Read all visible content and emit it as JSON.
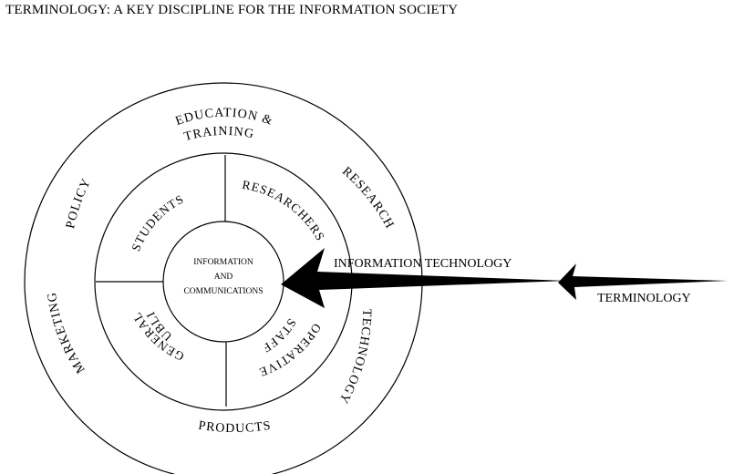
{
  "title": "TERMINOLOGY: A KEY DISCIPLINE FOR THE INFORMATION SOCIETY",
  "outer_ring": {
    "education_line1": "EDUCATION &",
    "education_line2": "TRAINING",
    "research": "RESEARCH",
    "technology": "TECHNOLOGY",
    "products": "PRODUCTS",
    "marketing": "MARKETING",
    "policy": "POLICY"
  },
  "middle_ring": {
    "students": "STUDENTS",
    "researchers": "RESEARCHERS",
    "operative_line1": "OPERATIVE",
    "operative_line2": "STAFF",
    "general_line1": "GENERAL",
    "general_line2": "PUBLIC"
  },
  "center": {
    "line1": "INFORMATION",
    "line2": "AND",
    "line3": "COMMUNICATIONS"
  },
  "arrows": {
    "information_technology": "INFORMATION TECHNOLOGY",
    "terminology": "TERMINOLOGY"
  },
  "colors": {
    "ink": "#000000",
    "background": "#ffffff"
  }
}
